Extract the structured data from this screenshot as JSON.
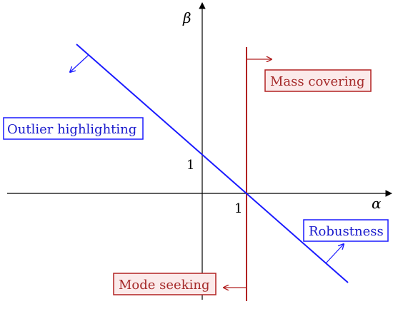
{
  "axes": {
    "x_label": "α",
    "y_label": "β",
    "x_tick": "1",
    "y_tick": "1"
  },
  "regions": {
    "mass_covering": "Mass covering",
    "mode_seeking": "Mode seeking",
    "outlier_highlighting": "Outlier highlighting",
    "robustness": "Robustness"
  },
  "colors": {
    "axis": "#000000",
    "blue_line": "#1a1aff",
    "red_line": "#b22222",
    "red_text": "#a52a2a",
    "blue_text": "#1a1acc",
    "red_box_fill": "#fbeaea"
  }
}
